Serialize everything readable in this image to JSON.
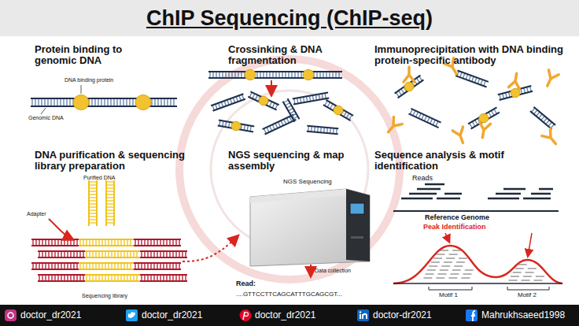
{
  "diagram": {
    "title": "ChIP Sequencing (ChIP-seq)",
    "labels": [
      "Protein binding to genomic DNA",
      "Crossinking & DNA fragmentation",
      "Immunoprecipitation with DNA binding protein-specific antibody",
      "DNA binding protein",
      "Genomic DNA",
      "DNA purification & sequencing library preparation",
      "NGS sequencing & map assembly",
      "Sequence analysis & motif identification",
      "Purified DNA",
      "Adapter",
      "Sequencing library",
      "NGS Sequencing",
      "Data collection",
      "Read:",
      "....GTTCCTTCAGCATTTGCAGCGT...",
      "Reads",
      "Reference Genome",
      "Peak Identification",
      "Motif 1",
      "Motif 2",
      "doctor_dr2021",
      "doctor_dr2021",
      "doctor_dr2021",
      "doctor-dr2021",
      "Mahrukhsaeed1998"
    ]
  }
}
